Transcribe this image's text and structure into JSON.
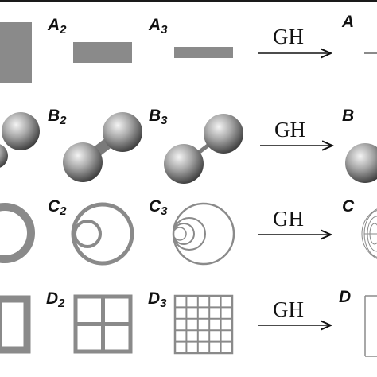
{
  "panel_labels": {
    "A2": {
      "letter": "A",
      "sub": "2"
    },
    "A3": {
      "letter": "A",
      "sub": "3"
    },
    "A4": {
      "letter": "A",
      "sub": ""
    },
    "B2": {
      "letter": "B",
      "sub": "2"
    },
    "B3": {
      "letter": "B",
      "sub": "3"
    },
    "B4": {
      "letter": "B",
      "sub": ""
    },
    "C2": {
      "letter": "C",
      "sub": "2"
    },
    "C3": {
      "letter": "C",
      "sub": "3"
    },
    "C4": {
      "letter": "C",
      "sub": ""
    },
    "D2": {
      "letter": "D",
      "sub": "2"
    },
    "D3": {
      "letter": "D",
      "sub": "3"
    },
    "D4": {
      "letter": "D",
      "sub": ""
    }
  },
  "arrows": [
    {
      "label": "GH"
    },
    {
      "label": "GH"
    },
    {
      "label": "GH"
    },
    {
      "label": "GH"
    }
  ],
  "colors": {
    "shape_gray": "#8a8a8a",
    "text": "#111111",
    "sphere_light": "#f2f2f2",
    "sphere_dark": "#3a3a3a"
  }
}
